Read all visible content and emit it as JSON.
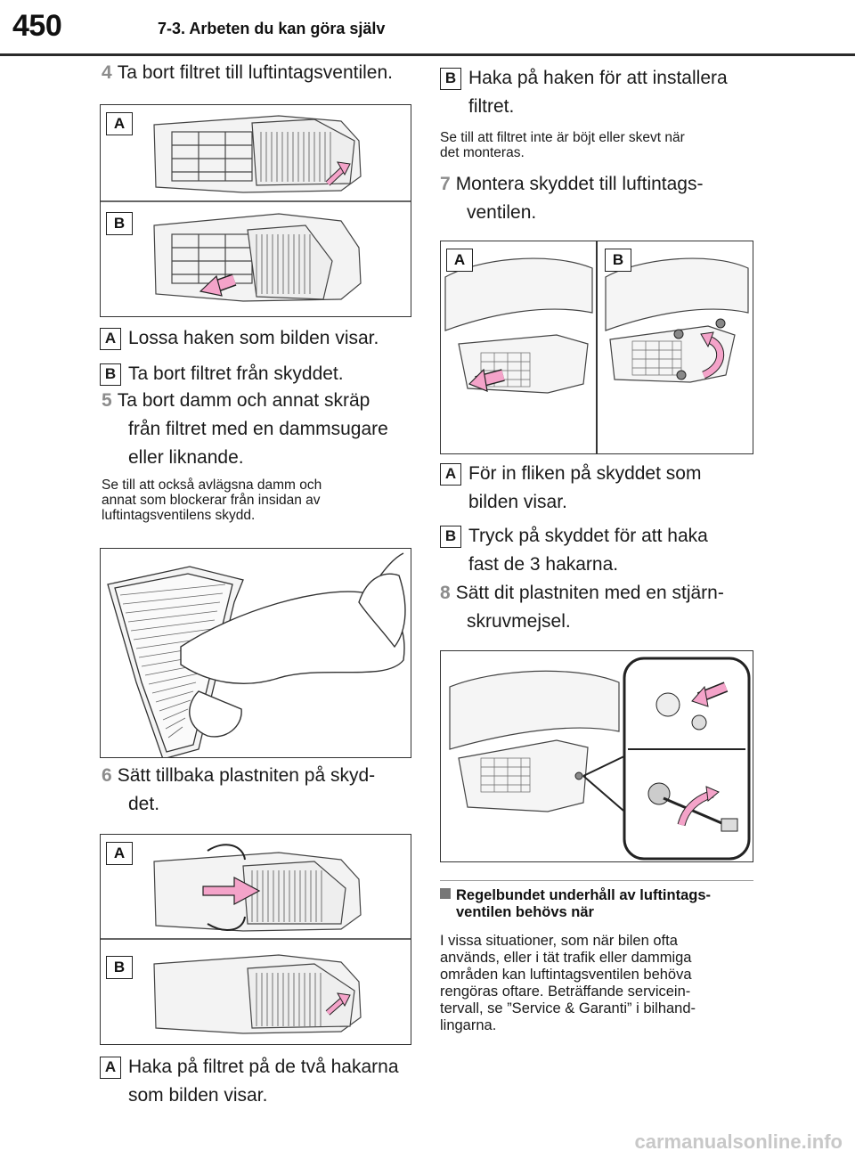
{
  "header": {
    "page_number": "450",
    "section": "7-3. Arbeten du kan göra själv"
  },
  "left": {
    "step4": {
      "num": "4",
      "text": "Ta bort filtret till luftintagsventilen."
    },
    "fig1_tags": [
      "A",
      "B"
    ],
    "sub_a1": {
      "tag": "A",
      "text": "Lossa haken som bilden visar."
    },
    "sub_b1": {
      "tag": "B",
      "text": "Ta bort filtret från skyddet."
    },
    "step5": {
      "num": "5",
      "line1": "Ta bort damm och annat skräp",
      "line2": "från filtret med en dammsugare",
      "line3": "eller liknande."
    },
    "note5": {
      "line1": "Se till att också avlägsna damm och",
      "line2": "annat som blockerar från insidan av",
      "line3": "luftintagsventilens skydd."
    },
    "step6": {
      "num": "6",
      "line1": "Sätt tillbaka plastniten på skyd-",
      "line2": "det."
    },
    "fig3_tags": [
      "A",
      "B"
    ],
    "sub_a3": {
      "tag": "A",
      "line1": "Haka på filtret på de två hakarna",
      "line2": "som bilden visar."
    }
  },
  "right": {
    "sub_b3": {
      "tag": "B",
      "line1": "Haka på haken för att installera",
      "line2": "filtret."
    },
    "note6": {
      "line1": "Se till att filtret inte är böjt eller skevt när",
      "line2": "det monteras."
    },
    "step7": {
      "num": "7",
      "line1": "Montera skyddet till luftintags-",
      "line2": "ventilen."
    },
    "fig4_tags": [
      "A",
      "B"
    ],
    "sub_a4": {
      "tag": "A",
      "line1": "För in fliken på skyddet som",
      "line2": "bilden visar."
    },
    "sub_b4": {
      "tag": "B",
      "line1": "Tryck på skyddet för att haka",
      "line2": "fast de 3 hakarna."
    },
    "step8": {
      "num": "8",
      "line1": "Sätt dit plastniten med en stjärn-",
      "line2": "skruvmejsel."
    },
    "heading": {
      "line1": "Regelbundet underhåll av luftintags-",
      "line2": "ventilen behövs när"
    },
    "para": {
      "line1": "I vissa situationer, som när bilen ofta",
      "line2": "används, eller i tät trafik eller dammiga",
      "line3": "områden kan luftintagsventilen behöva",
      "line4": "rengöras oftare. Beträffande servicein-",
      "line5": "tervall, se ”Service & Garanti” i bilhand-",
      "line6": "lingarna."
    }
  },
  "watermark": "carmanualsonline.info",
  "colors": {
    "arrow_pink": "#f4a3c9",
    "step_number_gray": "#8c8c8c",
    "rule": "#2a2a2a"
  }
}
